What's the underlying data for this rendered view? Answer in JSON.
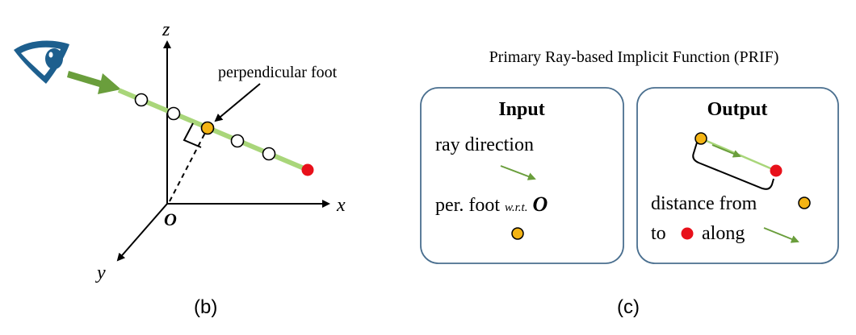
{
  "panel_b": {
    "axis_z": "z",
    "axis_x": "x",
    "axis_y": "y",
    "origin": "O",
    "foot_label": "perpendicular foot",
    "caption": "(b)"
  },
  "panel_c": {
    "title": "Primary Ray-based Implicit Function (PRIF)",
    "caption": "(c)",
    "input": {
      "heading": "Input",
      "line1": "ray direction",
      "line2_prefix": "per. foot ",
      "line2_wrt": "w.r.t.",
      "line2_origin": "O"
    },
    "output": {
      "heading": "Output",
      "line1": "distance from",
      "line2_to": "to",
      "line2_along": "along"
    }
  },
  "colors": {
    "ray": "#a9d67a",
    "ray_arrow": "#6a9e3c",
    "foot_dot": "#f4b414",
    "end_dot": "#e8101a",
    "box_border": "#4a6f8f",
    "eye": "#1d5f8e"
  }
}
